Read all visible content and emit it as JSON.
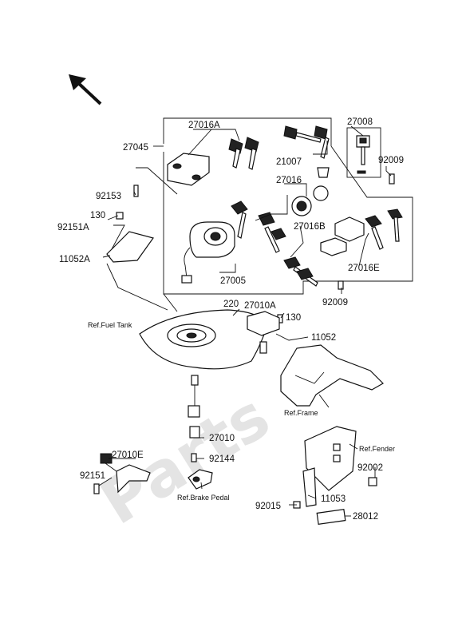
{
  "watermark": "Parts",
  "labels": {
    "p27016A": "27016A",
    "p27045": "27045",
    "p27016": "27016",
    "p21007": "21007",
    "p27008": "27008",
    "p92009a": "92009",
    "p92153": "92153",
    "p130a": "130",
    "p92151A": "92151A",
    "p11052A": "11052A",
    "p27016B": "27016B",
    "p27016E": "27016E",
    "p27005": "27005",
    "p92009b": "92009",
    "p220": "220",
    "p27010A": "27010A",
    "p130b": "130",
    "p11052": "11052",
    "p27010": "27010",
    "p92144": "92144",
    "p27010E": "27010E",
    "p92151": "92151",
    "p92002": "92002",
    "p92015": "92015",
    "p11053": "11053",
    "p28012": "28012"
  },
  "refs": {
    "fuel_tank": "Ref.Fuel Tank",
    "frame": "Ref.Frame",
    "fender": "Ref.Fender",
    "brake_pedal": "Ref.Brake Pedal"
  },
  "direction_icon": "arrow-up-left-icon"
}
